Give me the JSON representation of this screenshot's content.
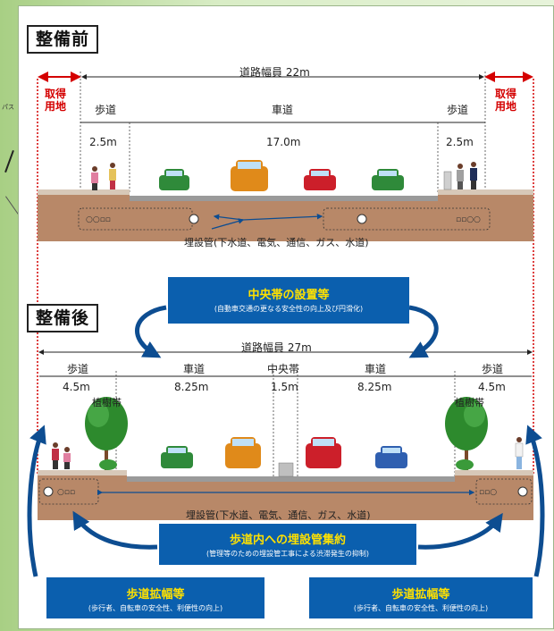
{
  "left_fragment": "パス",
  "before": {
    "title": "整備前",
    "total_width": "道路幅員 22m",
    "acquire_left": [
      "取得",
      "用地"
    ],
    "acquire_right": [
      "取得",
      "用地"
    ],
    "sidewalk_left": "歩道",
    "carriageway": "車道",
    "sidewalk_right": "歩道",
    "w_left": "2.5m",
    "w_center": "17.0m",
    "w_right": "2.5m",
    "utilities": "埋設管(下水道、電気、通信、ガス、水道)"
  },
  "median_callout": {
    "title": "中央帯の設置等",
    "subtitle": "(自動車交通の更なる安全性の向上及び円滑化)"
  },
  "after": {
    "title": "整備後",
    "total_width": "道路幅員 27m",
    "sidewalk_left": "歩道",
    "carriageway_left": "車道",
    "median": "中央帯",
    "carriageway_right": "車道",
    "sidewalk_right": "歩道",
    "w_sw_left": "4.5m",
    "w_cw_left": "8.25m",
    "w_median": "1.5m",
    "w_cw_right": "8.25m",
    "w_sw_right": "4.5m",
    "planting_left": "植樹帯",
    "planting_right": "植樹帯",
    "utilities": "埋設管(下水道、電気、通信、ガス、水道)"
  },
  "utility_callout": {
    "title": "歩道内への埋設管集約",
    "subtitle": "(管理等のための埋設管工事による渋滞発生の抑制)"
  },
  "sidewalk_callout_left": {
    "title": "歩道拡幅等",
    "subtitle": "(歩行者、自転車の安全性、利便性の向上)"
  },
  "sidewalk_callout_right": {
    "title": "歩道拡幅等",
    "subtitle": "(歩行者、自転車の安全性、利便性の向上)"
  },
  "colors": {
    "callout_blue": "#0b5fae",
    "callout_title": "#ffe100",
    "acquire_red": "#d40000"
  }
}
